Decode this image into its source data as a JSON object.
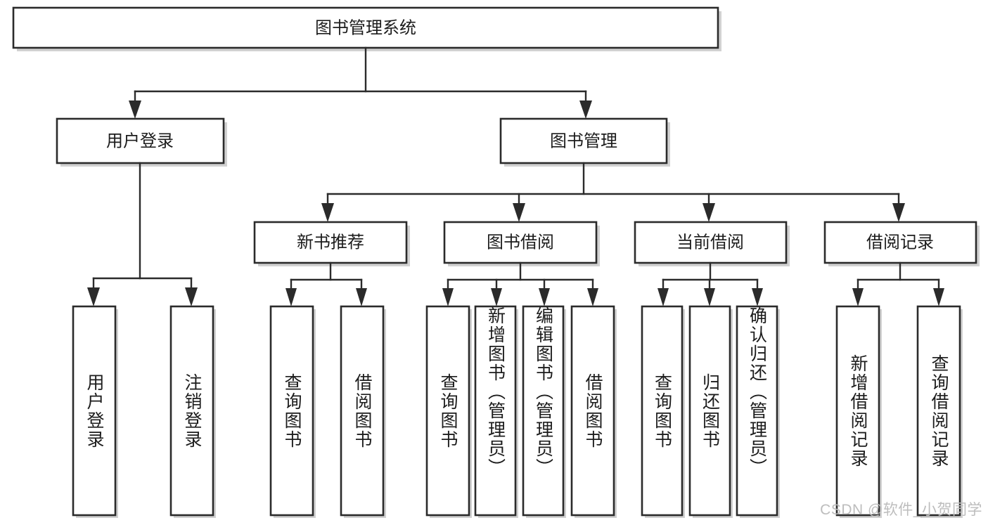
{
  "diagram": {
    "title": "图书管理系统",
    "type": "tree-hierarchy-diagram",
    "watermark": "CSDN @软件_小贺同学",
    "colors": {
      "box_stroke": "#2b2b2b",
      "box_fill": "#ffffff",
      "connector": "#2b2b2b",
      "text": "#1c1c1c",
      "watermark": "#bdbdbd",
      "background": "#ffffff"
    },
    "root": {
      "label": "图书管理系统"
    },
    "level2": [
      {
        "label": "用户登录"
      },
      {
        "label": "图书管理"
      }
    ],
    "level3": [
      {
        "label": "新书推荐"
      },
      {
        "label": "图书借阅"
      },
      {
        "label": "当前借阅"
      },
      {
        "label": "借阅记录"
      }
    ],
    "leaves": {
      "user_login": [
        {
          "label": "用户登录"
        },
        {
          "label": "注销登录"
        }
      ],
      "new_book_recommend": [
        {
          "label": "查询图书"
        },
        {
          "label": "借阅图书"
        }
      ],
      "book_borrow": [
        {
          "label": "查询图书"
        },
        {
          "label": "新增图书（管理员）"
        },
        {
          "label": "编辑图书（管理员）"
        },
        {
          "label": "借阅图书"
        }
      ],
      "current_borrow": [
        {
          "label": "查询图书"
        },
        {
          "label": "归还图书"
        },
        {
          "label": "确认归还（管理员）"
        }
      ],
      "borrow_record": [
        {
          "label": "新增借阅记录"
        },
        {
          "label": "查询借阅记录"
        }
      ]
    }
  }
}
